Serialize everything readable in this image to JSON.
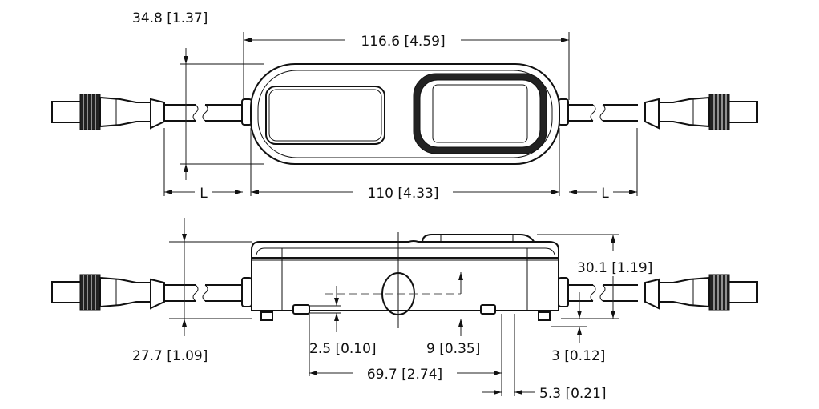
{
  "drawing": {
    "top_view": {
      "height_dim": "34.8 [1.37]",
      "overall_length_dim": "116.6 [4.59]",
      "body_length_dim": "110 [4.33]",
      "cable_length_left": "L",
      "cable_length_right": "L"
    },
    "side_view": {
      "height_dim": "27.7 [1.09]",
      "total_height_dim": "30.1 [1.19]",
      "foot_height_dim": "3 [0.12]",
      "slot_height_dim": "2.5 [0.10]",
      "center_height_dim": "9 [0.35]",
      "slot_spacing_dim": "69.7 [2.74]",
      "slot_width_dim": "5.3 [0.21]"
    }
  }
}
